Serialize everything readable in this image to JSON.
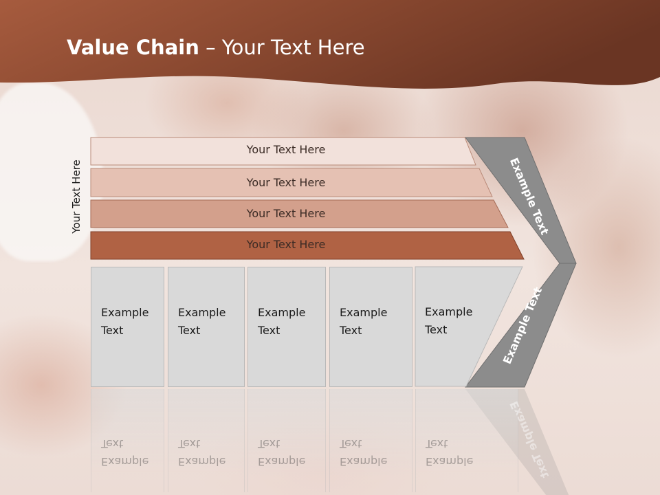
{
  "slide": {
    "title_bold": "Value Chain",
    "title_rest": " – Your Text Here",
    "vertical_label": "Your Text Here"
  },
  "support_bars": [
    {
      "label": "Your Text Here",
      "fill": "#f2e1db"
    },
    {
      "label": "Your Text Here",
      "fill": "#e5c1b3"
    },
    {
      "label": "Your Text Here",
      "fill": "#d3a08c"
    },
    {
      "label": "Your Text Here",
      "fill": "#b06244"
    }
  ],
  "primary_boxes": [
    {
      "label": "Example\nText"
    },
    {
      "label": "Example\nText"
    },
    {
      "label": "Example\nText"
    },
    {
      "label": "Example\nText"
    },
    {
      "label": "Example\nText"
    }
  ],
  "arrow": {
    "upper_label": "Example Text",
    "lower_label": "Example Text",
    "fill": "#8c8c8c"
  },
  "colors": {
    "title_band_dark": "#6e3a26",
    "title_band_light": "#a35a3f"
  }
}
